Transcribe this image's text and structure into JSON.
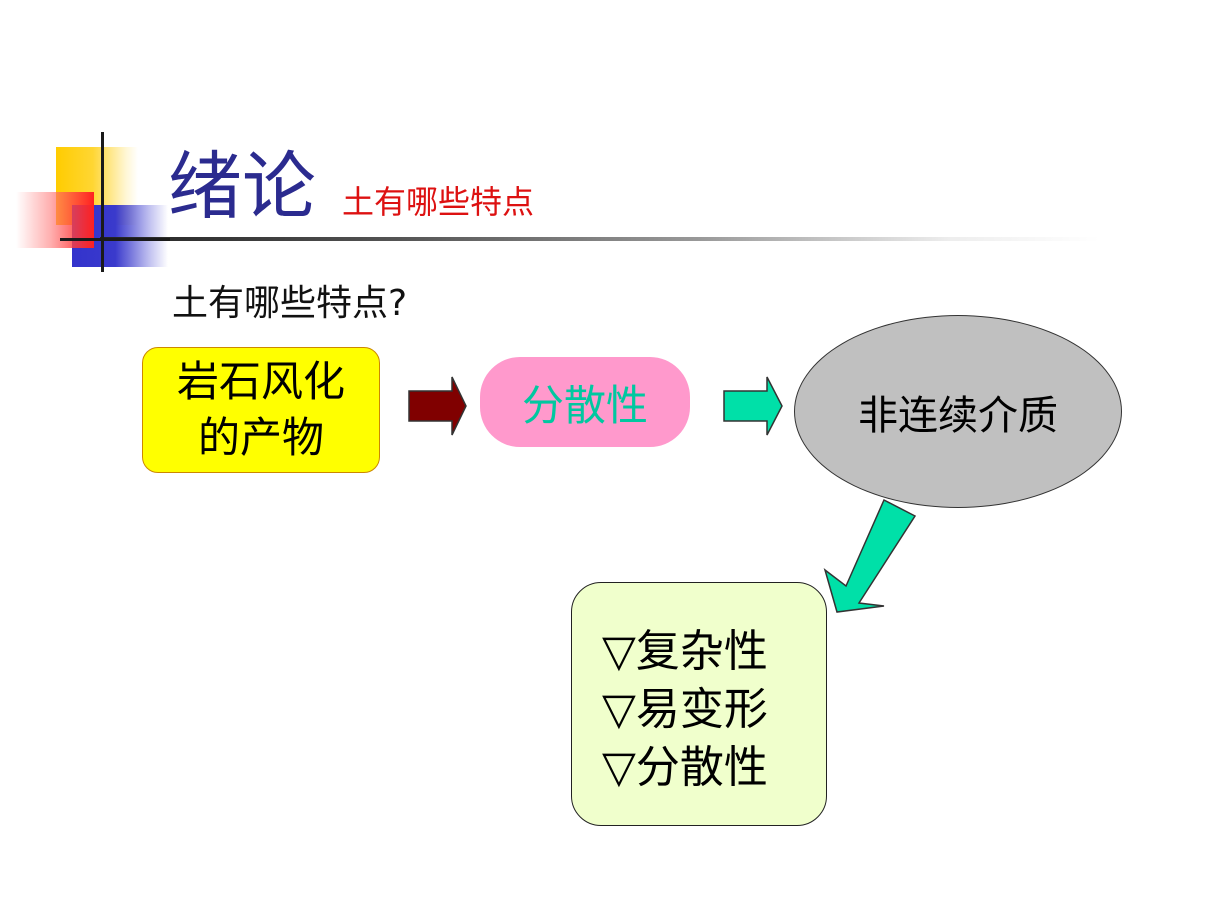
{
  "slide": {
    "title": "绪论",
    "subtitle": "土有哪些特点",
    "question": "土有哪些特点?"
  },
  "diagram": {
    "nodes": {
      "origin": {
        "label": "岩石风化\n的产物",
        "fill": "#ffff00"
      },
      "dispersion": {
        "label": "分散性",
        "fill": "#ff99cc",
        "text_color": "#00c8a0"
      },
      "medium": {
        "label": "非连续介质",
        "fill": "#c0c0c0"
      },
      "properties": {
        "fill": "#f0ffcc",
        "items": [
          "▽复杂性",
          "▽易变形",
          "▽分散性"
        ]
      }
    },
    "arrows": [
      {
        "from": "origin",
        "to": "dispersion",
        "color": "#800000"
      },
      {
        "from": "dispersion",
        "to": "medium",
        "color": "#00e0a8"
      },
      {
        "from": "medium",
        "to": "properties",
        "color": "#00e0a8"
      }
    ]
  },
  "colors": {
    "title": "#2b2b8f",
    "subtitle": "#dd1111"
  }
}
